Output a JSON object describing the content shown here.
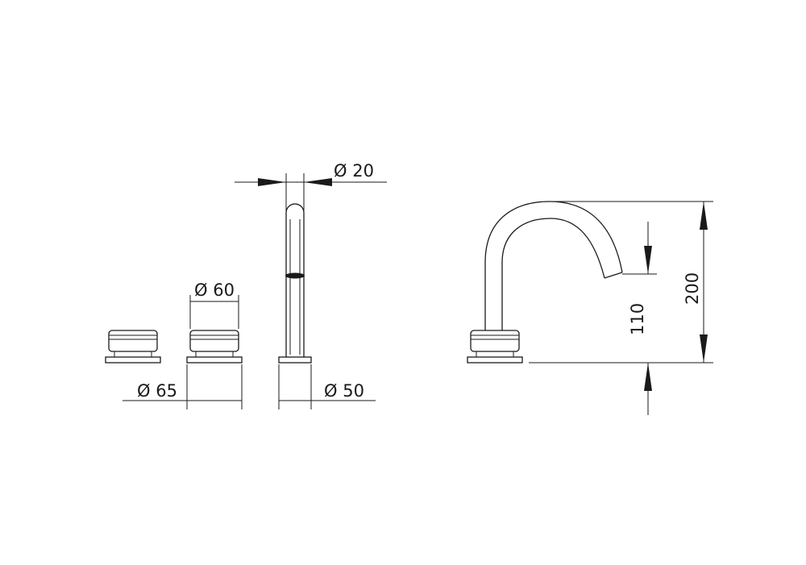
{
  "dimensions": {
    "handle_base_diameter": "Ø 65",
    "handle_diameter": "Ø 60",
    "spout_tube_diameter": "Ø 20",
    "spout_base_diameter": "Ø 50",
    "spout_outlet_height": "110",
    "spout_total_height": "200"
  },
  "colors": {
    "line": "#1a1a1a",
    "background": "#ffffff"
  }
}
